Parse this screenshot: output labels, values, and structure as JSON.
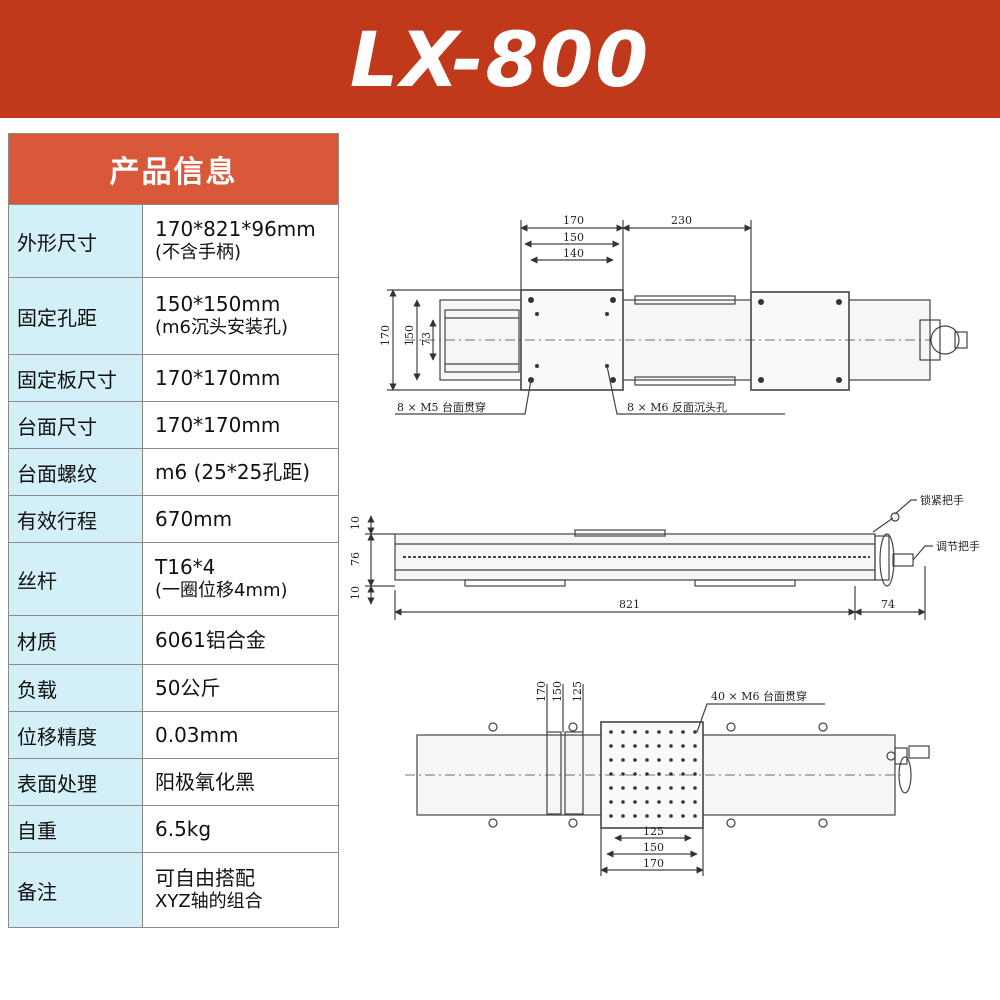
{
  "banner": {
    "title": "LX-800"
  },
  "table": {
    "heading": "产品信息",
    "rows": [
      {
        "label": "外形尺寸",
        "value": "170*821*96mm",
        "sub": "(不含手柄)"
      },
      {
        "label": "固定孔距",
        "value": "150*150mm",
        "sub": "(m6沉头安装孔)"
      },
      {
        "label": "固定板尺寸",
        "value": "170*170mm",
        "sub": ""
      },
      {
        "label": "台面尺寸",
        "value": "170*170mm",
        "sub": ""
      },
      {
        "label": "台面螺纹",
        "value": "m6 (25*25孔距)",
        "sub": ""
      },
      {
        "label": "有效行程",
        "value": "670mm",
        "sub": ""
      },
      {
        "label": "丝杆",
        "value": "T16*4",
        "sub": "(一圈位移4mm)"
      },
      {
        "label": "材质",
        "value": "6061铝合金",
        "sub": ""
      },
      {
        "label": "负载",
        "value": "50公斤",
        "sub": ""
      },
      {
        "label": "位移精度",
        "value": "0.03mm",
        "sub": ""
      },
      {
        "label": "表面处理",
        "value": "阳极氧化黑",
        "sub": ""
      },
      {
        "label": "自重",
        "value": "6.5kg",
        "sub": ""
      },
      {
        "label": "备注",
        "value": "可自由搭配",
        "sub": "XYZ轴的组合"
      }
    ]
  },
  "drawing": {
    "top_view": {
      "dim_170": "170",
      "dim_150": "150",
      "dim_140": "140",
      "dim_230": "230",
      "dim_left_170": "170",
      "dim_left_150": "150",
      "dim_73": "73",
      "note_left": "8 × M5 台面贯穿",
      "note_right": "8 × M6 反面沉头孔"
    },
    "side_view": {
      "dim_10_top": "10",
      "dim_76": "76",
      "dim_10_bottom": "10",
      "dim_821": "821",
      "dim_74": "74",
      "label_lock": "锁紧把手",
      "label_adjust": "调节把手"
    },
    "bottom_view": {
      "dim_170": "170",
      "dim_150": "150",
      "dim_125": "125",
      "dim_b125": "125",
      "dim_b150": "150",
      "dim_b170": "170",
      "note": "40 × M6 台面贯穿"
    }
  }
}
